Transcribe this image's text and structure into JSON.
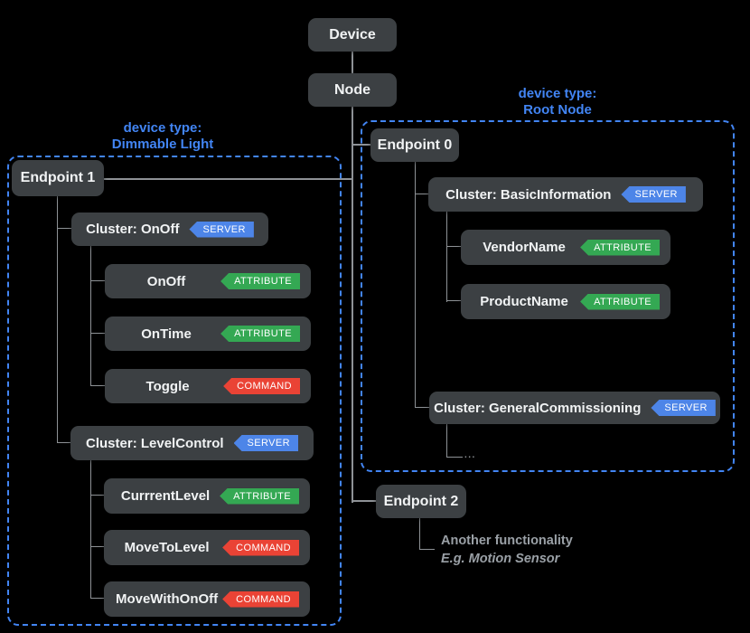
{
  "colors": {
    "bg": "#000000",
    "box": "#3c4043",
    "box_text": "#f1f3f4",
    "blue": "#4285f4",
    "server": "#4d85e8",
    "attribute": "#34a853",
    "command": "#ea4335",
    "line": "#8e9296",
    "note": "#9aa0a6"
  },
  "tree": {
    "device": "Device",
    "node": "Node"
  },
  "left_group": {
    "heading_line1": "device type:",
    "heading_line2": "Dimmable Light",
    "endpoint": "Endpoint 1",
    "clusters": [
      {
        "label": "Cluster: OnOff",
        "badge": "SERVER",
        "rows": [
          {
            "label": "OnOff",
            "badge": "ATTRIBUTE"
          },
          {
            "label": "OnTime",
            "badge": "ATTRIBUTE"
          },
          {
            "label": "Toggle",
            "badge": "COMMAND"
          }
        ]
      },
      {
        "label": "Cluster: LevelControl",
        "badge": "SERVER",
        "rows": [
          {
            "label": "CurrrentLevel",
            "badge": "ATTRIBUTE"
          },
          {
            "label": "MoveToLevel",
            "badge": "COMMAND"
          },
          {
            "label": "MoveWithOnOff",
            "badge": "COMMAND"
          }
        ]
      }
    ]
  },
  "right_group": {
    "heading_line1": "device type:",
    "heading_line2": "Root Node",
    "endpoint": "Endpoint 0",
    "clusters": [
      {
        "label": "Cluster: BasicInformation",
        "badge": "SERVER",
        "rows": [
          {
            "label": "VendorName",
            "badge": "ATTRIBUTE"
          },
          {
            "label": "ProductName",
            "badge": "ATTRIBUTE"
          }
        ]
      },
      {
        "label": "Cluster: GeneralCommissioning",
        "badge": "SERVER",
        "rows": []
      }
    ],
    "ellipsis": "..."
  },
  "endpoint2": {
    "label": "Endpoint 2",
    "note_line1": "Another functionality",
    "note_line2": "E.g. Motion Sensor"
  }
}
